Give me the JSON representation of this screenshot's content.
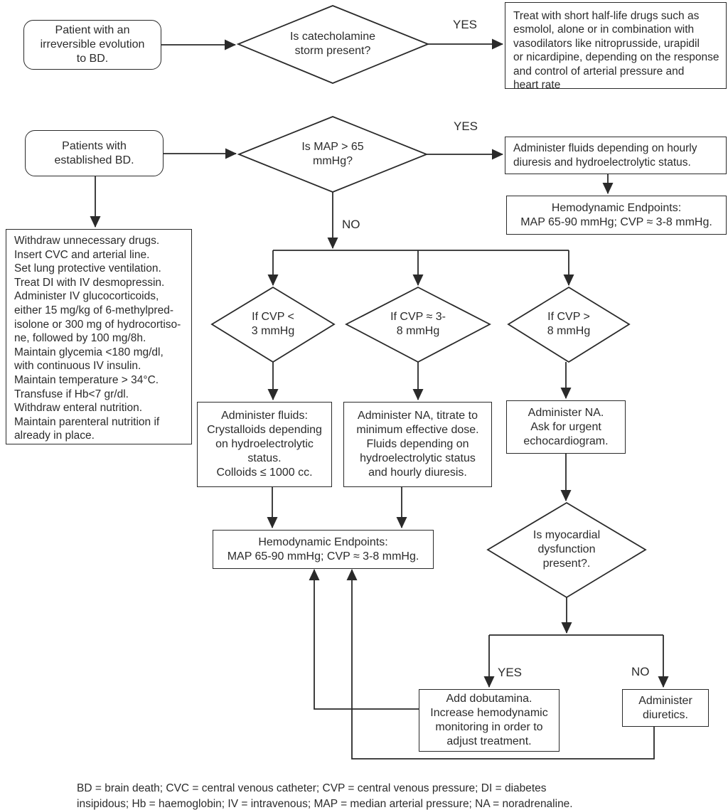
{
  "nodes": {
    "patient_irreversible": "Patient with an\nirreversible evolution\nto BD.",
    "catecholamine_q": "Is catecholamine\nstorm present?",
    "treat_drugs": "Treat with short half-life drugs such as\nesmolol, alone or in combination with\nvasodilators like nitroprusside, urapidil\nor nicardipine, depending on the response\nand control of arterial pressure and\nheart rate",
    "patients_established": "Patients with\nestablished BD.",
    "map_q": "Is MAP > 65\nmmHg?",
    "administer_fluids_hourly": "Administer fluids depending on hourly\ndiuresis and hydroelectrolytic status.",
    "hemo_endpoints_right": "Hemodynamic Endpoints:\nMAP 65-90 mmHg; CVP ≈  3-8 mmHg.",
    "general_care": "Withdraw unnecessary drugs.\nInsert CVC and arterial line.\nSet lung protective ventilation.\nTreat DI with IV desmopressin.\nAdminister IV glucocorticoids,\neither 15 mg/kg of 6-methylpred-\nisolone or 300 mg of hydrocortiso-\nne, followed by 100 mg/8h.\nMaintain glycemia <180 mg/dl,\nwith continuous IV insulin.\nMaintain temperature > 34°C.\nTransfuse if Hb<7 gr/dl.\nWithdraw enteral nutrition.\nMaintain parenteral nutrition if\nalready in place.",
    "cvp_low_q": "If CVP <\n3 mmHg",
    "cvp_mid_q": "If CVP ≈ 3-\n8 mmHg",
    "cvp_high_q": "If CVP >\n8 mmHg",
    "fluids_crystalloids": "Administer fluids:\nCrystalloids depending\non hydroelectrolytic\nstatus.\nColloids ≤ 1000 cc.",
    "na_titrate": "Administer NA, titrate to\nminimum effective dose.\nFluids depending on\nhydroelectrolytic status\nand hourly diuresis.",
    "na_echo": "Administer NA.\nAsk for urgent\nechocardiogram.",
    "hemo_endpoints_mid": "Hemodynamic Endpoints:\nMAP 65-90 mmHg; CVP ≈  3-8 mmHg.",
    "myocardial_q": "Is myocardial\ndysfunction\npresent?.",
    "add_dobutamine": "Add dobutamina.\nIncrease hemodynamic\nmonitoring in order to\nadjust treatment.",
    "administer_diuretics": "Administer\ndiuretics."
  },
  "edge_labels": {
    "yes_catecholamine": "YES",
    "yes_map": "YES",
    "no_map": "NO",
    "yes_myocardial": "YES",
    "no_myocardial": "NO"
  },
  "footnote": "BD = brain death; CVC = central venous catheter; CVP = central venous pressure; DI = diabetes\ninsipidous; Hb = haemoglobin; IV = intravenous; MAP = median arterial pressure; NA = noradrenaline.",
  "colors": {
    "line": "#2a2a2a",
    "text": "#2b2b2b",
    "background": "#ffffff"
  }
}
